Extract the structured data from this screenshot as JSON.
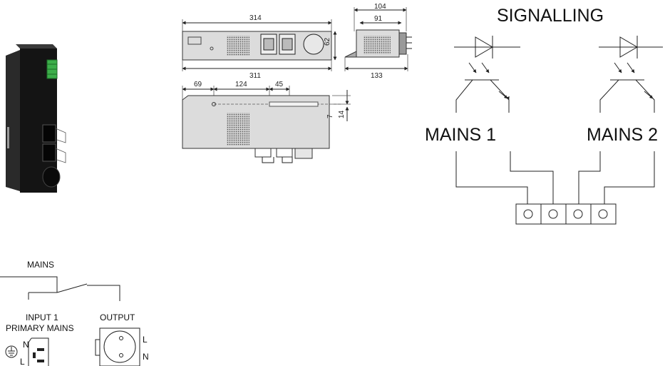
{
  "product_photo": {
    "icon": "pdu-device-photo"
  },
  "dimensions": {
    "top_view": {
      "top_width": "314",
      "bottom_width": "311",
      "height": "62"
    },
    "side_view": {
      "top_width": "104",
      "inner_width": "91",
      "bottom_width": "133"
    },
    "bottom_view": {
      "offset_1": "69",
      "offset_2": "124",
      "offset_3": "45",
      "depth_1": "7",
      "depth_2": "14"
    }
  },
  "signalling": {
    "title": "SIGNALLING",
    "channel_1_label": "MAINS 1",
    "channel_2_label": "MAINS 2"
  },
  "schematic": {
    "mains_label": "MAINS",
    "input_label_line1": "INPUT 1",
    "input_label_line2": "PRIMARY MAINS",
    "output_label": "OUTPUT",
    "input_terminal_n": "N",
    "input_terminal_l": "L",
    "output_terminal_l": "L",
    "output_terminal_n": "N"
  }
}
